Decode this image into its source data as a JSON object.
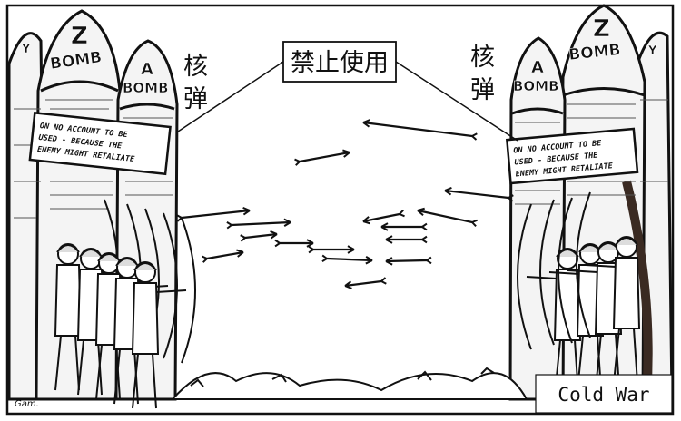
{
  "cartoon": {
    "center_label": "禁止使用",
    "left_label": "核弹",
    "right_label": "核弹",
    "caption": "Cold War",
    "bombs": {
      "z_letter": "Z",
      "a_letter": "A",
      "y_letter": "Y",
      "bomb_word": "BOMB"
    },
    "sign": {
      "line1": "ON NO ACCOUNT TO BE",
      "line2": "USED - BECAUSE THE",
      "line3": "ENEMY MIGHT RETALIATE"
    },
    "colors": {
      "ink": "#111111",
      "paper": "#ffffff",
      "shade": "#3a2a22"
    }
  }
}
